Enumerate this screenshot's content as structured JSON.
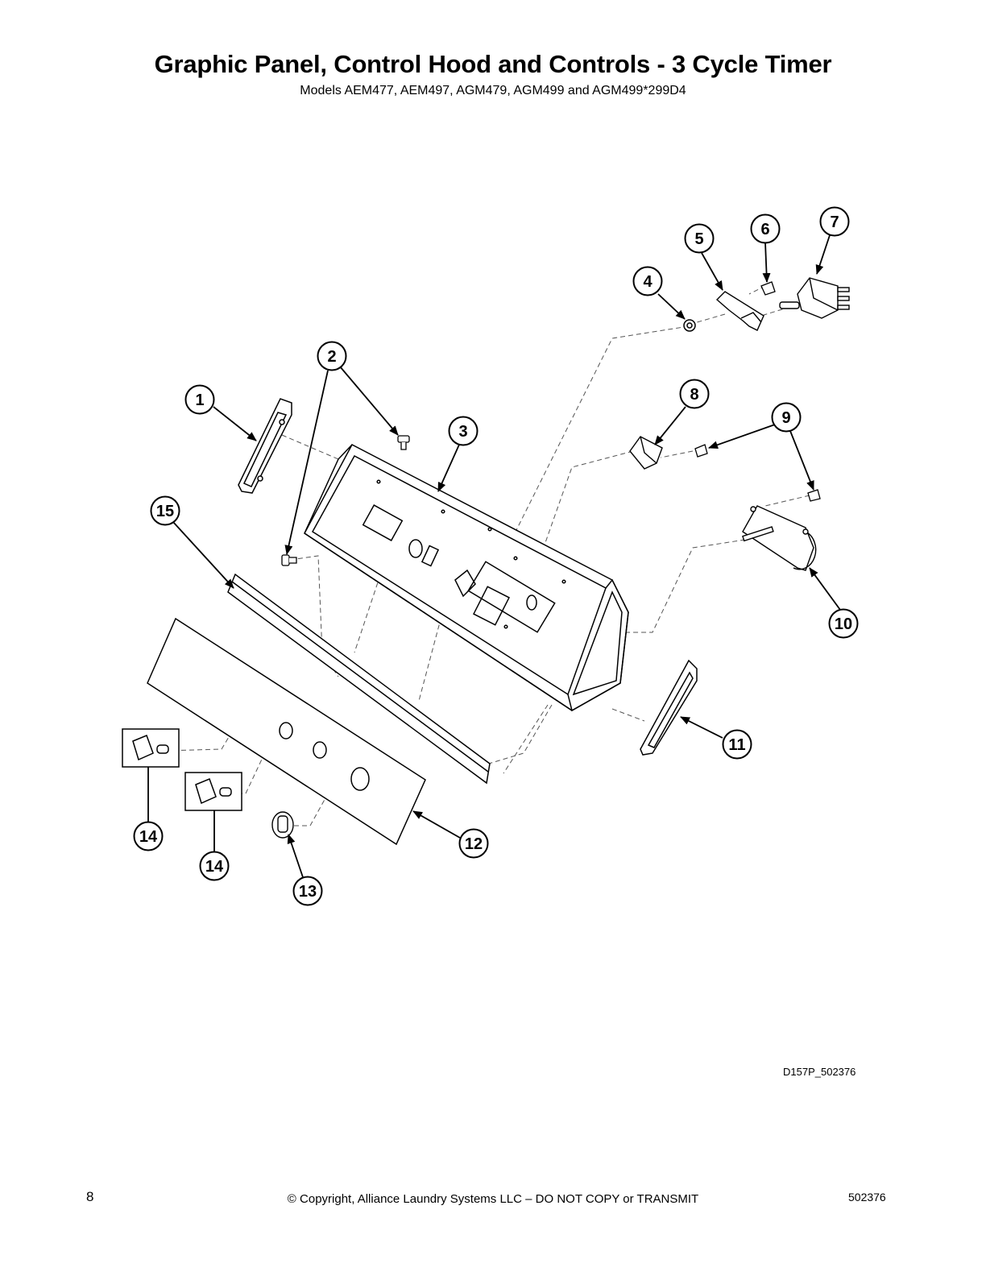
{
  "header": {
    "title": "Graphic Panel, Control Hood and Controls - 3 Cycle Timer",
    "subtitle": "Models AEM477, AEM497, AGM479, AGM499 and AGM499*299D4"
  },
  "diagram": {
    "reference_code": "D157P_502376",
    "callouts": [
      {
        "label": "1"
      },
      {
        "label": "2"
      },
      {
        "label": "3"
      },
      {
        "label": "4"
      },
      {
        "label": "5"
      },
      {
        "label": "6"
      },
      {
        "label": "7"
      },
      {
        "label": "8"
      },
      {
        "label": "9"
      },
      {
        "label": "10"
      },
      {
        "label": "11"
      },
      {
        "label": "12"
      },
      {
        "label": "13"
      },
      {
        "label": "14"
      },
      {
        "label": "14"
      },
      {
        "label": "15"
      }
    ]
  },
  "footer": {
    "page_number": "8",
    "copyright": "© Copyright, Alliance Laundry Systems LLC – DO NOT COPY or TRANSMIT",
    "document_number": "502376"
  }
}
